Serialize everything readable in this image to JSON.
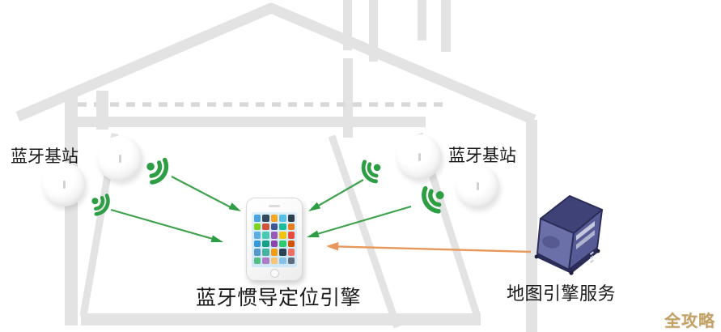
{
  "labels": {
    "station_left": "蓝牙基站",
    "station_right": "蓝牙基站",
    "positioning_engine": "蓝牙惯导定位引擎",
    "map_service": "地图引擎服务"
  },
  "watermark": {
    "text": "全攻略",
    "color": "#C3A163"
  },
  "colors": {
    "house_gray": "#E3E3E3",
    "house_dash_gray": "#D9D9D9",
    "signal_green": "#2E9E44",
    "arrow_green": "#3FA24C",
    "arrowhead_green": "#2E9E44",
    "arrow_orange": "#E8985A",
    "label_text": "#1A1A1A",
    "server_top": "#3F4276",
    "server_front": "#6C70A9",
    "server_side": "#575B95",
    "server_base": "#2B2D58",
    "server_slot_light": "#C7C9DE",
    "server_slot_dim": "#B0B3CE"
  },
  "phone": {
    "app_icon_colors": [
      "#4aa3df",
      "#34495e",
      "#f5a623",
      "#58c0e8",
      "#2c3e50",
      "#7ed321",
      "#d0543c",
      "#3b5998",
      "#1abc9c",
      "#e67e22",
      "#5dade2",
      "#48c9b0",
      "#9b59b6",
      "#f1c40f",
      "#e74c3c",
      "#3498db",
      "#16a085",
      "#8e44ad",
      "#2ecc71",
      "#d35400",
      "#5499c7",
      "#45b39d",
      "#f39c12",
      "#2e4053",
      "#ec7063",
      "#52be80",
      "#af7ac5",
      "#f8c471",
      "#85c1e9",
      "#5d6d7e"
    ]
  }
}
